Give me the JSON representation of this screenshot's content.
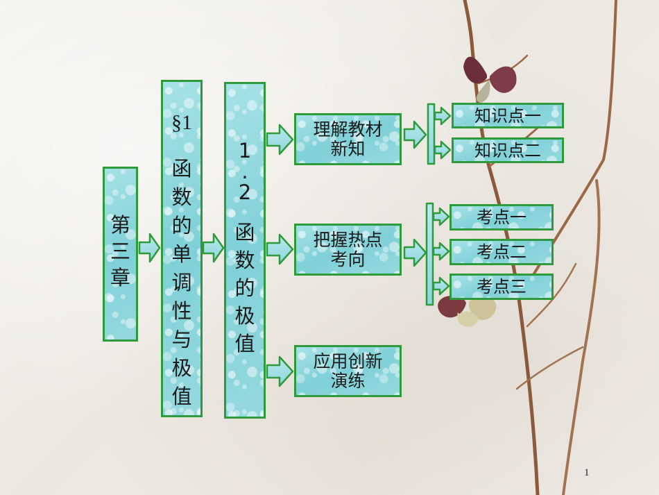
{
  "chapter": {
    "chars": [
      "第",
      "三",
      "章"
    ]
  },
  "section": {
    "chars": [
      "§1",
      "函",
      "数",
      "的",
      "单",
      "调",
      "性",
      "与",
      "极",
      "值"
    ]
  },
  "subsection": {
    "chars": [
      "1",
      ".",
      "2",
      "函",
      "数",
      "的",
      "极",
      "值"
    ]
  },
  "branches": [
    {
      "lines": [
        "理解教材",
        "新知"
      ],
      "children": [
        "知识点一",
        "知识点二"
      ]
    },
    {
      "lines": [
        "把握热点",
        "考向"
      ],
      "children": [
        "考点一",
        "考点二",
        "考点三"
      ]
    },
    {
      "lines": [
        "应用创新",
        "演练"
      ],
      "children": []
    }
  ],
  "page_number": "1",
  "colors": {
    "box_fill": "#8fd5dc",
    "border": "#2f9a3c",
    "arrow_fill": "#a6e2e6"
  }
}
